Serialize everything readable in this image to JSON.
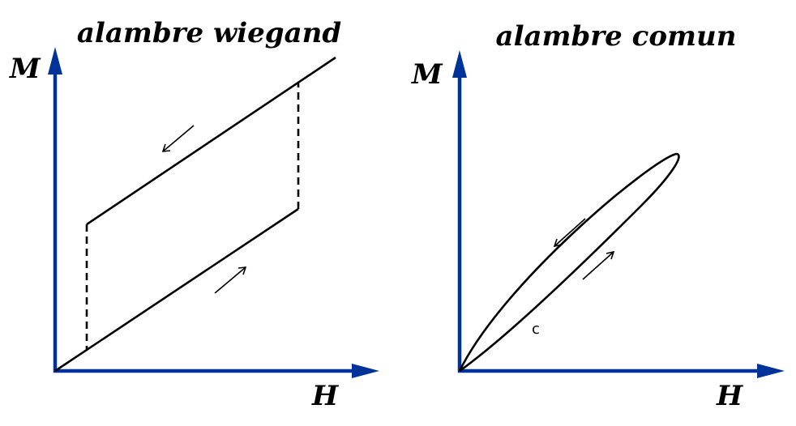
{
  "left_panel": {
    "title": "alambre wiegand",
    "y_axis_label": "M",
    "x_axis_label": "H"
  },
  "right_panel": {
    "title": "alambre comun",
    "y_axis_label": "M",
    "x_axis_label": "H",
    "curve_label": "c"
  },
  "colors": {
    "axis": "#003399",
    "curve": "#000000"
  }
}
